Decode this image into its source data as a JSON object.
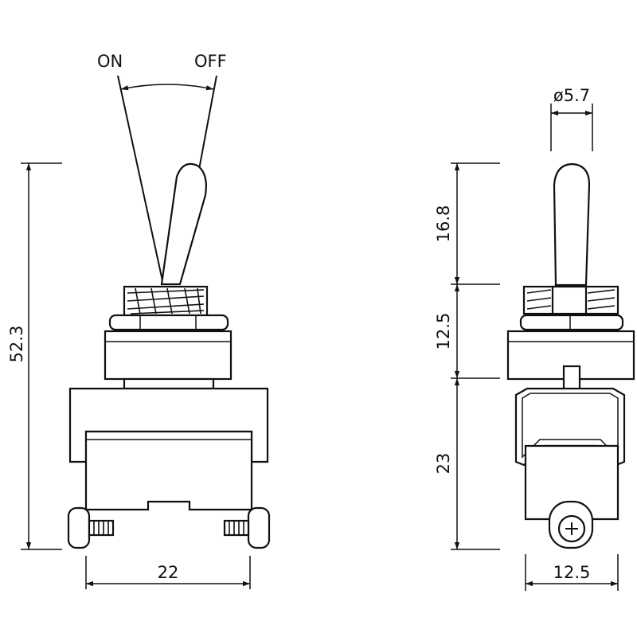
{
  "labels": {
    "on": "ON",
    "off": "OFF",
    "height_total": "52.3",
    "width_front": "22",
    "lever_dia": "ø5.7",
    "lever_height": "16.8",
    "bushing_height": "12.5",
    "body_height": "23",
    "width_side": "12.5"
  }
}
